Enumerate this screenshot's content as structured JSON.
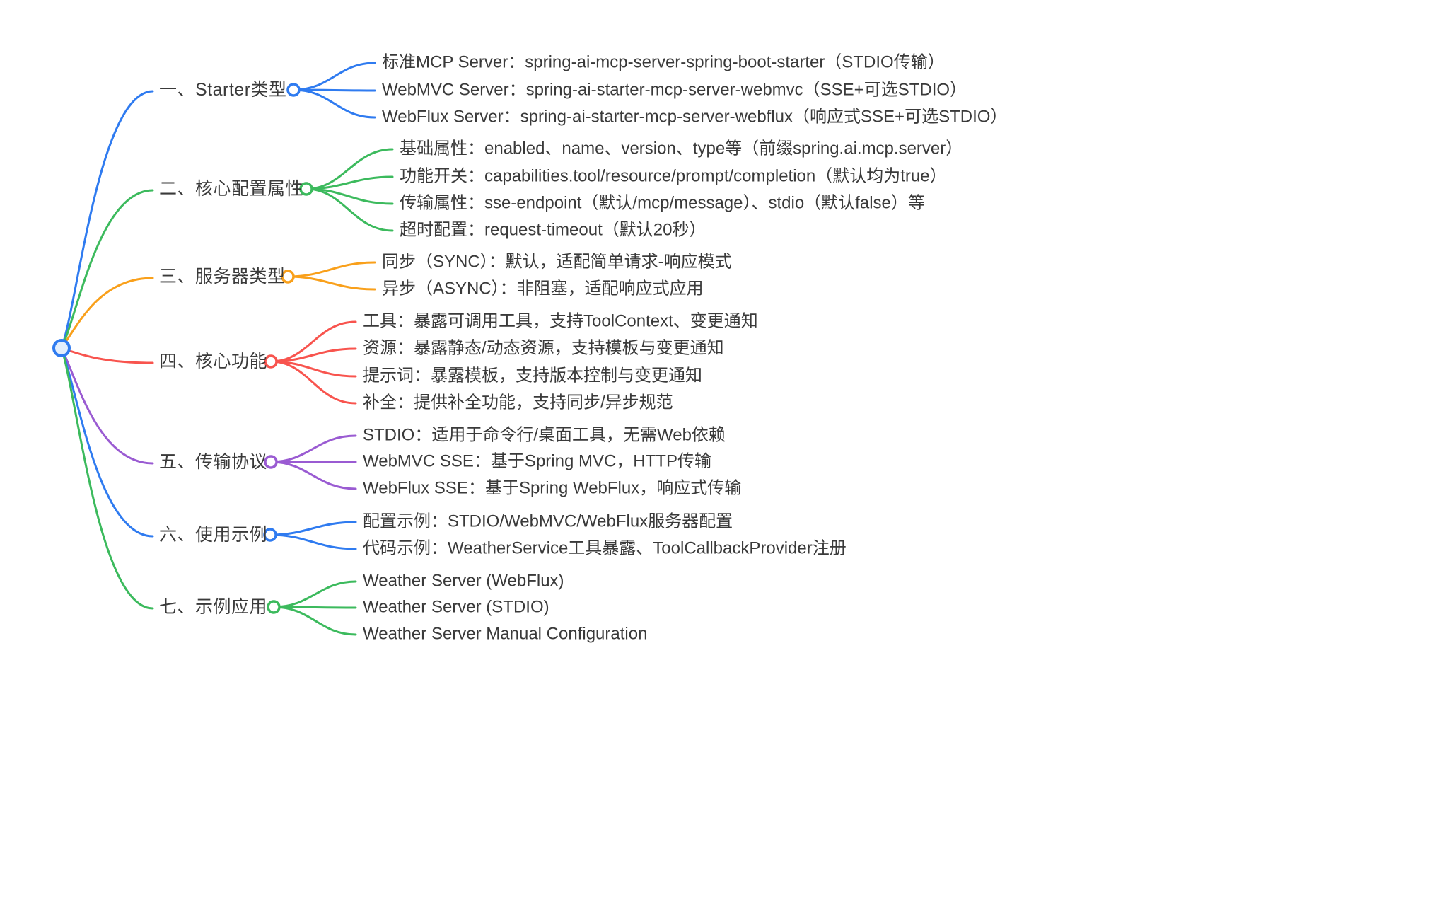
{
  "root": {
    "color": "#2f7bf0"
  },
  "branches": [
    {
      "label": "一、Starter类型",
      "color": "#2f7bf0",
      "children": [
        "标准MCP Server：spring-ai-mcp-server-spring-boot-starter（STDIO传输）",
        "WebMVC Server：spring-ai-starter-mcp-server-webmvc（SSE+可选STDIO）",
        "WebFlux Server：spring-ai-starter-mcp-server-webflux（响应式SSE+可选STDIO）"
      ]
    },
    {
      "label": "二、核心配置属性",
      "color": "#3cba5d",
      "children": [
        "基础属性：enabled、name、version、type等（前缀spring.ai.mcp.server）",
        "功能开关：capabilities.tool/resource/prompt/completion（默认均为true）",
        "传输属性：sse-endpoint（默认/mcp/message）、stdio（默认false）等",
        "超时配置：request-timeout（默认20秒）"
      ]
    },
    {
      "label": "三、服务器类型",
      "color": "#f9a01b",
      "children": [
        "同步（SYNC）：默认，适配简单请求-响应模式",
        "异步（ASYNC）：非阻塞，适配响应式应用"
      ]
    },
    {
      "label": "四、核心功能",
      "color": "#f8544e",
      "children": [
        "工具：暴露可调用工具，支持ToolContext、变更通知",
        "资源：暴露静态/动态资源，支持模板与变更通知",
        "提示词：暴露模板，支持版本控制与变更通知",
        "补全：提供补全功能，支持同步/异步规范"
      ]
    },
    {
      "label": "五、传输协议",
      "color": "#9a5bd2",
      "children": [
        "STDIO：适用于命令行/桌面工具，无需Web依赖",
        "WebMVC SSE：基于Spring MVC，HTTP传输",
        "WebFlux SSE：基于Spring WebFlux，响应式传输"
      ]
    },
    {
      "label": "六、使用示例",
      "color": "#2f7bf0",
      "children": [
        "配置示例：STDIO/WebMVC/WebFlux服务器配置",
        "代码示例：WeatherService工具暴露、ToolCallbackProvider注册"
      ]
    },
    {
      "label": "七、示例应用",
      "color": "#3cba5d",
      "children": [
        "Weather Server (WebFlux)",
        "Weather Server (STDIO)",
        "Weather Server Manual Configuration"
      ]
    }
  ]
}
